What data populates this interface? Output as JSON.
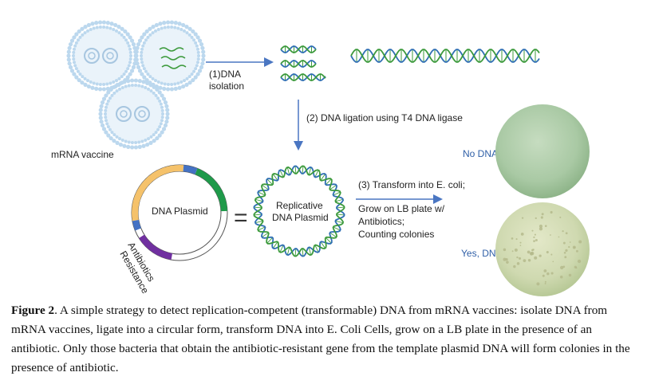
{
  "figure": {
    "vaccine_label": "mRNA vaccine",
    "step1_line1": "(1)DNA",
    "step1_line2": "isolation",
    "step2": "(2) DNA ligation using T4 DNA ligase",
    "plasmid_label": "DNA Plasmid",
    "equals": "=",
    "replicative_line1": "Replicative",
    "replicative_line2": "DNA Plasmid",
    "antibiotics_line1": "Antibiotics",
    "antibiotics_line2": "Resistance",
    "step3": "(3) Transform into E. coli;",
    "grow_line1": "Grow on LB plate w/",
    "grow_line2": "Antibiotics;",
    "grow_line3": "Counting colonies",
    "no_dna": "No DNA",
    "yes_dna": "Yes, DNA"
  },
  "caption": {
    "label": "Figure 2",
    "text": ". A simple strategy to detect replication-competent (transformable) DNA from mRNA vaccines: isolate DNA from mRNA vaccines, ligate into a circular form, transform DNA into E. Coli Cells, grow on a LB plate in the presence of an antibiotic. Only those bacteria that obtain the antibiotic-resistant gene from the template plasmid DNA will form colonies in the presence of antibiotic."
  },
  "colors": {
    "lipid": "#bcd8ee",
    "arrow": "#4a76c2",
    "dna_blue": "#2f6fb3",
    "dna_green": "#3c9a3c",
    "plasmid_yellow": "#f5c26b",
    "plasmid_green": "#1f9a4a",
    "plasmid_blue": "#4472c4",
    "plasmid_purple": "#7030a0",
    "label_blue": "#2f5fa7"
  }
}
